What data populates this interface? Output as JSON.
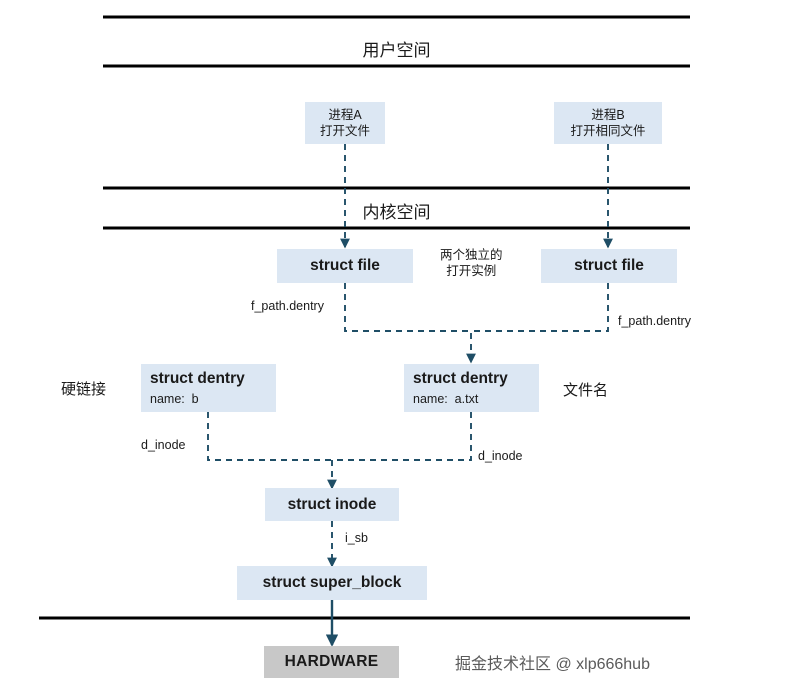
{
  "diagram": {
    "sections": {
      "user_space": "用户空间",
      "kernel_space": "内核空间"
    },
    "nodes": {
      "process_a": {
        "line1": "进程A",
        "line2": "打开文件"
      },
      "process_b": {
        "line1": "进程B",
        "line2": "打开相同文件"
      },
      "file_a": "struct file",
      "file_b": "struct file",
      "dentry_a": {
        "title": "struct dentry",
        "sub": "name:  b"
      },
      "dentry_b": {
        "title": "struct dentry",
        "sub": "name:  a.txt"
      },
      "inode": "struct inode",
      "super_block": "struct super_block",
      "hardware": "HARDWARE"
    },
    "edge_labels": {
      "f_path_dentry_left": "f_path.dentry",
      "f_path_dentry_right": "f_path.dentry",
      "d_inode_left": "d_inode",
      "d_inode_right": "d_inode",
      "i_sb": "i_sb"
    },
    "annotations": {
      "two_instances": "两个独立的\n打开实例",
      "hard_link": "硬链接",
      "file_name": "文件名"
    },
    "watermark": "掘金技术社区 @ xlp666hub",
    "colors": {
      "node_fill": "#dce7f3",
      "hardware_fill": "#c8c8c8",
      "line": "#1f4e66",
      "rule": "#000000"
    }
  }
}
